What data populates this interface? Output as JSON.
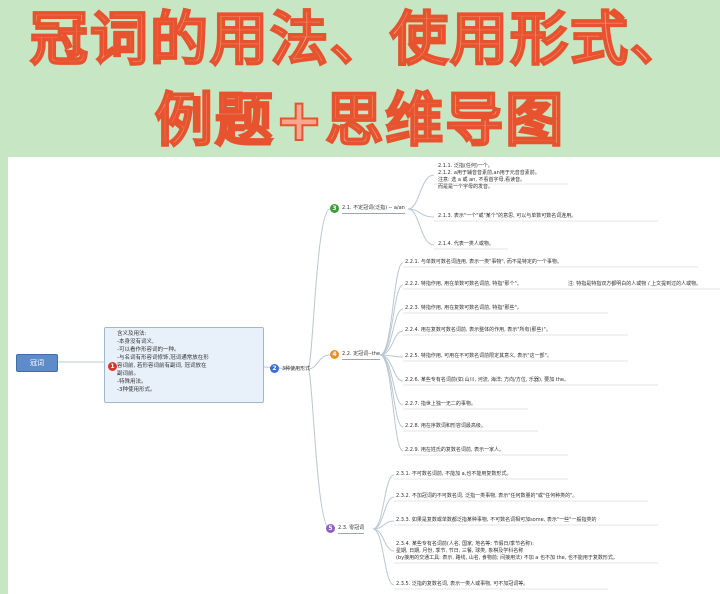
{
  "banner": {
    "line1": "冠词的用法、使用形式、",
    "line2": "例题+思维导图"
  },
  "mindmap": {
    "root": "冠词",
    "description": {
      "badge": "1",
      "text": "含义及用法:\n-本身没有词义,\n-可以看作形容词的一种。\n-与名词有形容词修饰,冠词通常放在形\n容词前, 若形容词前有副词, 冠词放在\n副词前。\n-特殊用法。\n-3种使用形式。"
    },
    "forms": {
      "badge": "2",
      "label": "3种使用形式"
    },
    "indefinite": {
      "badge": "3",
      "label": "2.1. 不定冠词(泛指) -- a/an",
      "items": [
        "2.1.1. 泛指(任何)一个。",
        "2.1.2. a用于辅音音素前,an用于元音音素前。",
        "注意: 选 a 或 an, 不看首字母,看读音。",
        "而是是一个字母的发音。",
        "2.1.3. 表示\"一个\"或\"某个\"的意思, 可以与单数可数名词连用。",
        "2.1.4. 代表一类人或物。"
      ]
    },
    "definite": {
      "badge": "4",
      "label": "2.2. 定冠词--the",
      "items": [
        "2.2.1. 与单数可数名词连用, 表示一类\"事物\", 而不是特定的一个事物。",
        "2.2.2. 特指作用, 用在单数可数名词前, 特指\"那个\"。",
        "注: 特指是特指双方都明白的人或物 / 上文提到过的人或物。",
        "2.2.3. 特指作用, 用在复数可数名词前, 特指\"那些\"。",
        "2.2.4. 用在复数可数名词前, 表示整体的作用, 表示\"所有(那些)\"。",
        "2.2.5. 特指作用, 可用在不可数名词前限定其意义, 表示\"这一部\"。",
        "2.2.6. 某些专有名词前(如:山川, 河流, 海洋; 方向/方位, 乐器), 要加 the。",
        "2.2.7. 指世上独一无二的事物。",
        "2.2.8. 用在序数词和形容词最高级。",
        "2.2.9. 用在姓氏的复数名词前, 表示一家人。"
      ]
    },
    "zero": {
      "badge": "5",
      "label": "2.3. 零冠词",
      "items": [
        "2.3.1. 不可数名词前, 不能加 a,也不能用复数形式。",
        "2.3.2. 不加冠词的不可数名词, 泛指一类事物, 表示\"任何数量的\"或\"任何种类的\"。",
        "2.3.3. 如果是复数或单数都泛指某种事物, 不可数名词相可加some, 表示\"一些\"一般指类的",
        "2.3.4. 某些专有名词前(人名, 国家, 地名等; 节假日/季节名称):",
        "星期, 日期, 月份, 季节, 节日, 三餐, 球类, 象棋及学科名称",
        "(by接用的交通工具: 表示, 路线, 山名, 食物前; 间接用法) 不加 a 也不加 the, 也不能用于复数形式。",
        "2.3.5. 泛指的复数名词, 表示一类人或事物, 可不加冠词等。"
      ]
    }
  }
}
